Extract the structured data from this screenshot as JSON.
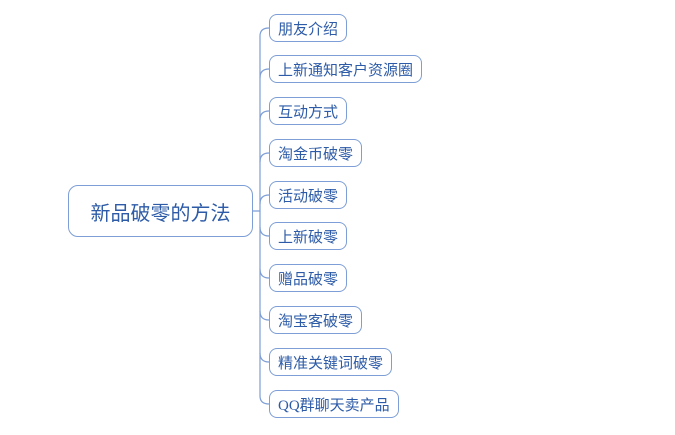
{
  "root": {
    "label": "新品破零的方法"
  },
  "branches": [
    {
      "label": "朋友介绍"
    },
    {
      "label": "上新通知客户资源圈"
    },
    {
      "label": "互动方式"
    },
    {
      "label": "淘金币破零"
    },
    {
      "label": "活动破零"
    },
    {
      "label": "上新破零"
    },
    {
      "label": "赠品破零"
    },
    {
      "label": "淘宝客破零"
    },
    {
      "label": "精准关键词破零"
    },
    {
      "label": "QQ群聊天卖产品"
    }
  ],
  "colors": {
    "node_border": "#7d9ed6",
    "node_text": "#2d5ba7",
    "connector": "#7d9ed6",
    "background": "#ffffff"
  }
}
